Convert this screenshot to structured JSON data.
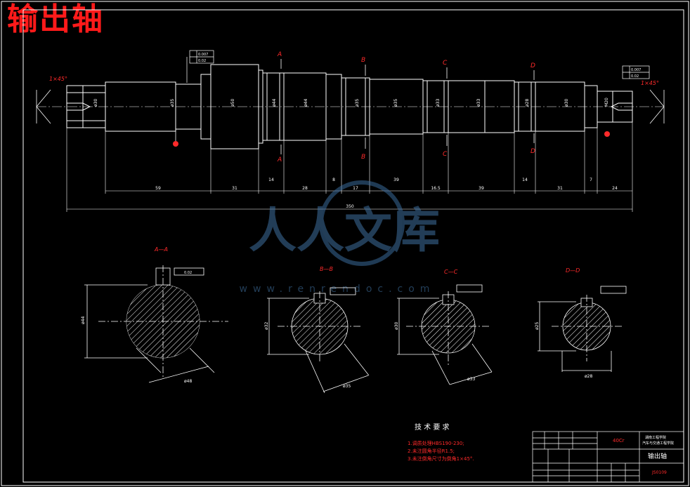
{
  "title": "输出轴",
  "watermark": {
    "brand": "人人文库",
    "url": "www.renrendoc.com"
  },
  "labels": {
    "chamfer": "1×45°",
    "section_a": "A",
    "section_b": "B",
    "section_c": "C",
    "section_d": "D",
    "view_aa": "A—A",
    "view_bb": "B—B",
    "view_cc": "C—C",
    "view_dd": "D—D"
  },
  "dimensions": {
    "overall": "350",
    "segments": [
      "59",
      "31",
      "14",
      "28",
      "8",
      "17",
      "39",
      "16.5",
      "39",
      "14",
      "31",
      "7",
      "24"
    ],
    "view_diams": [
      "ø48",
      "ø35",
      "ø33",
      "ø28"
    ]
  },
  "tolerance": {
    "runout": "0.007",
    "flatness": "0.02",
    "sym": "0.02"
  },
  "tech": {
    "heading": "技 术 要 求",
    "items": [
      "1.调质处理HBS190-230;",
      "2.未注圆角半径R1.5;",
      "3.未注倒角尺寸为倒角1×45°."
    ]
  },
  "titleblock": {
    "material": "40Cr",
    "name": "输出轴",
    "school": "湖南工程学院",
    "dept": "汽车与交通工程学院",
    "drawing_no": "JS0109"
  },
  "colors": {
    "line": "#ffffff",
    "accent": "#ff2a2a",
    "dim": "#ffffff"
  }
}
